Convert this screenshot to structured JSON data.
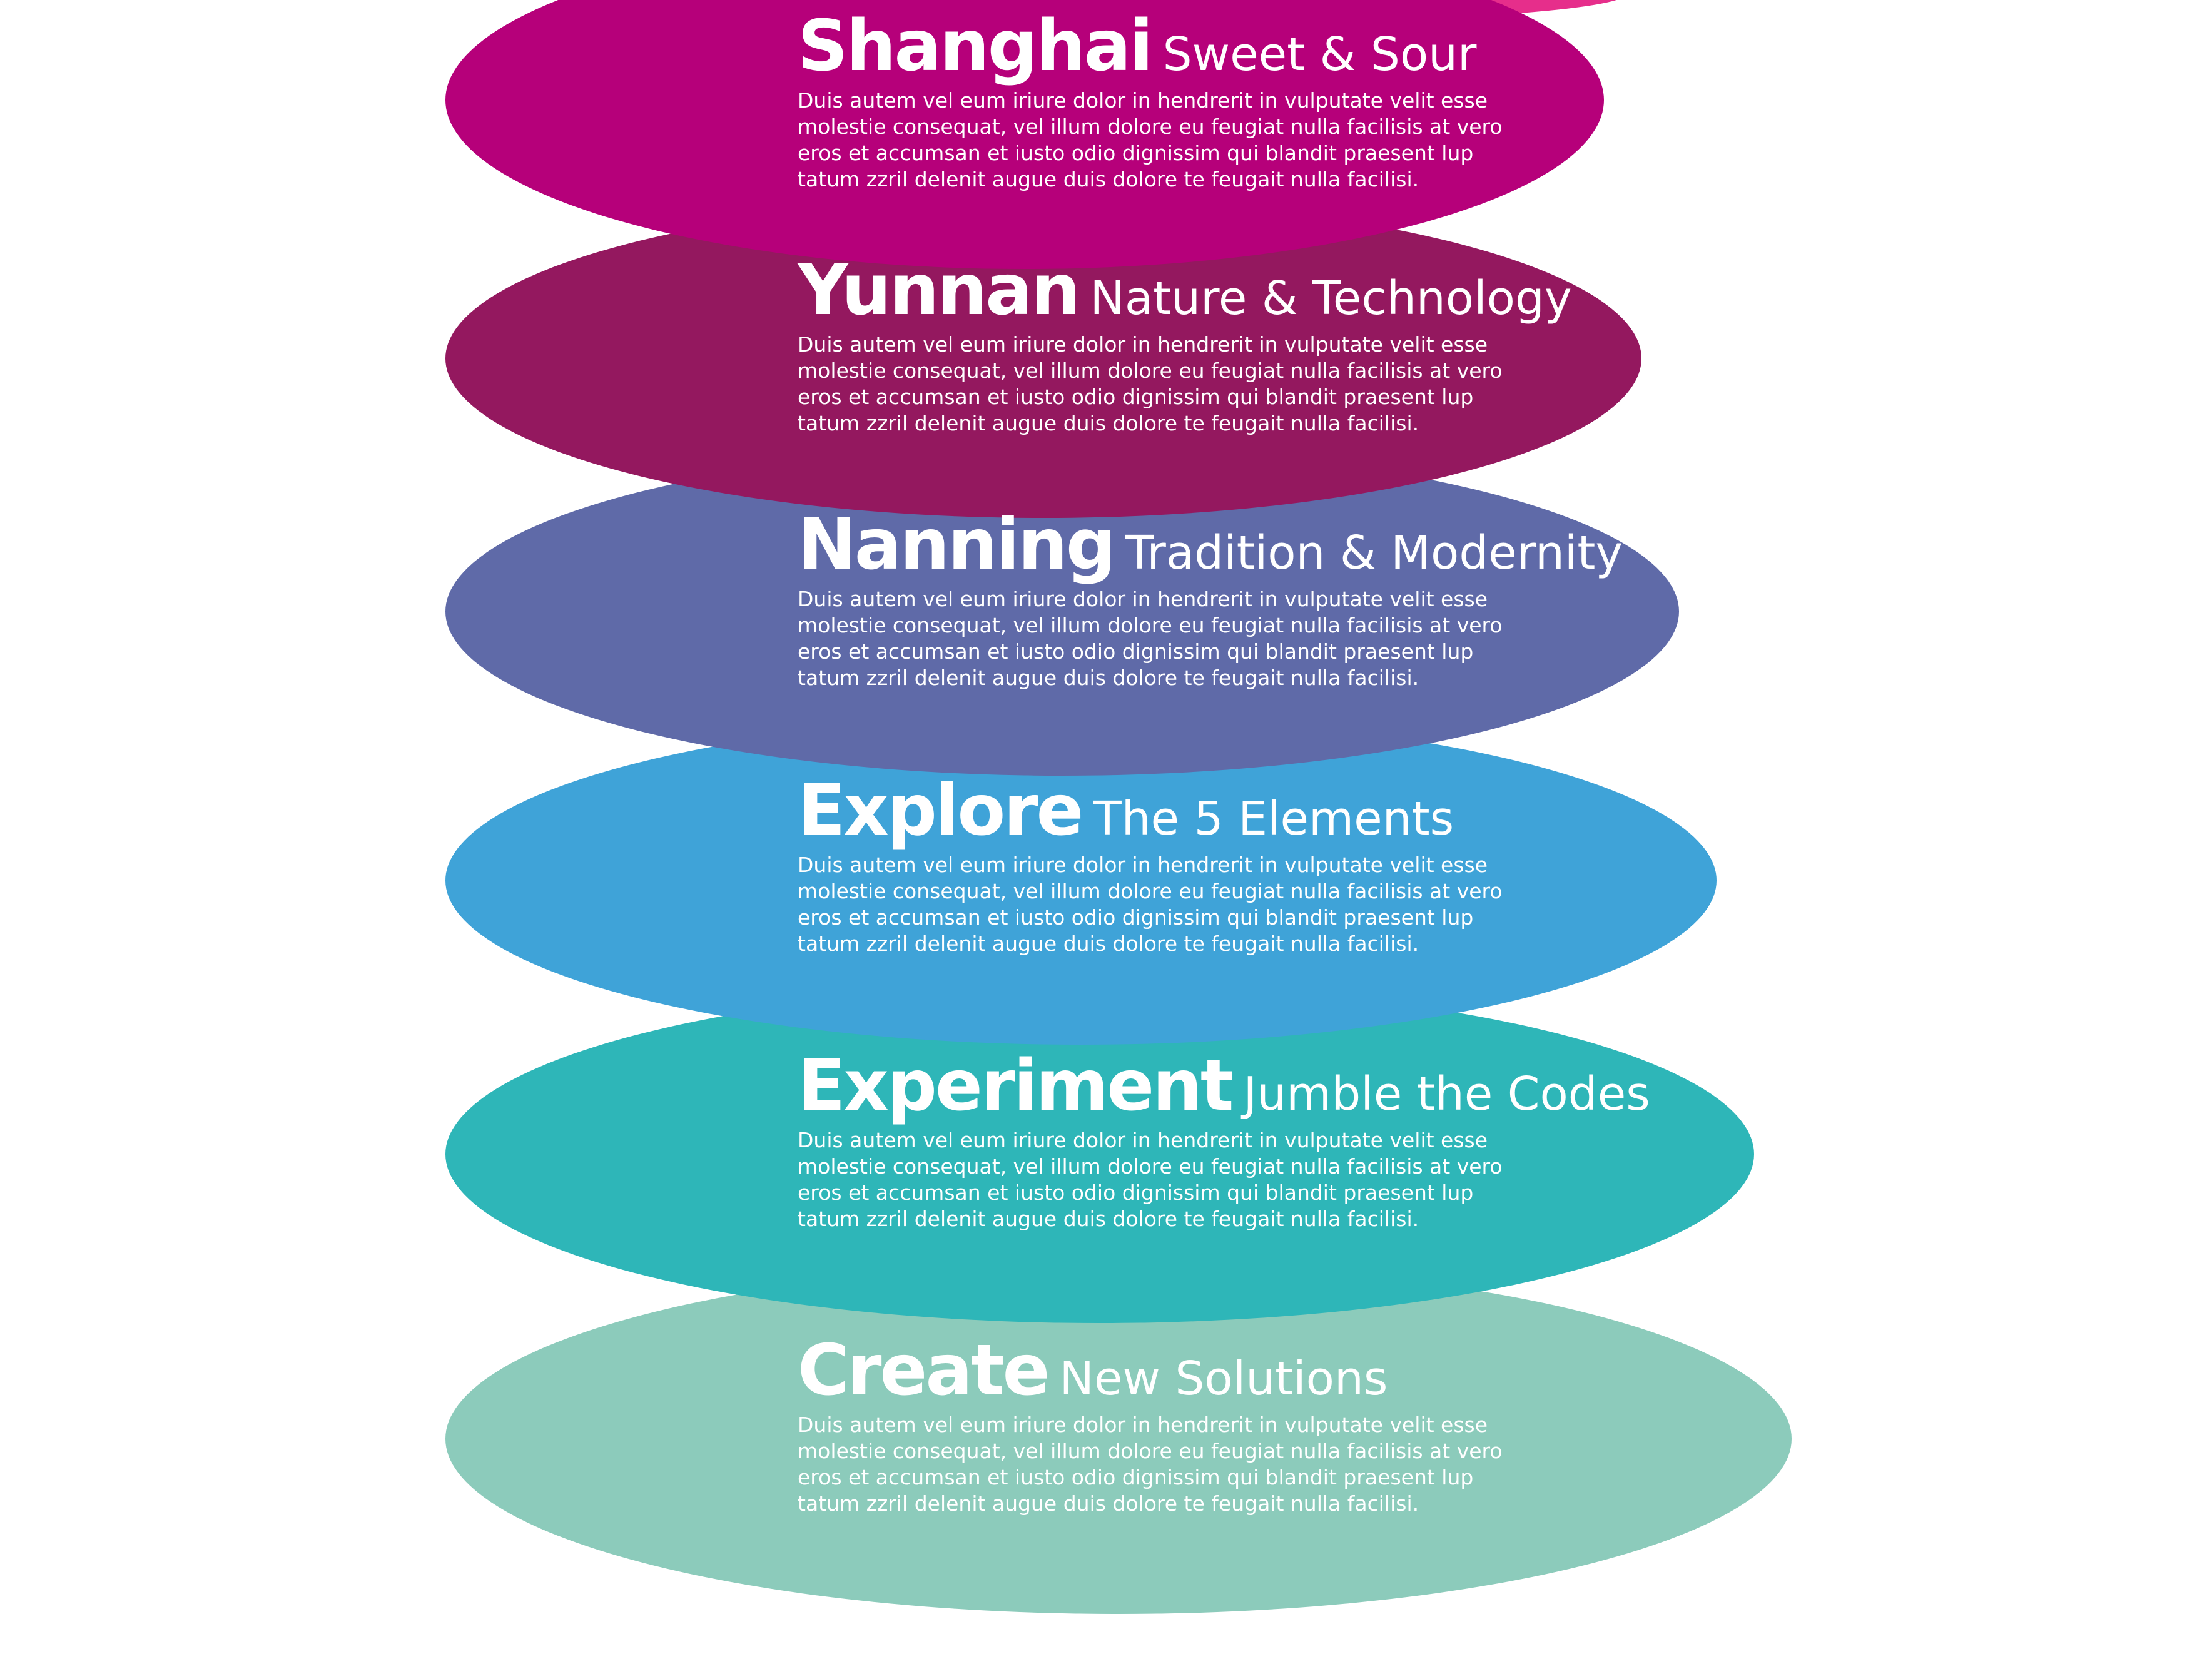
{
  "colors": {
    "top_sliver": "#e62e8b",
    "shanghai": "#b6007a",
    "yunnan": "#94185f",
    "nanning": "#5f6aa8",
    "explore": "#3fa3d8",
    "experiment": "#2eb6b8",
    "create": "#8ccbbb",
    "text": "#ffffff"
  },
  "layers": [
    {
      "title": "Shanghai",
      "subtitle": "Sweet & Sour",
      "body": [
        "Duis autem vel eum iriure dolor in hendrerit in vulputate velit esse",
        "molestie consequat, vel illum dolore eu feugiat nulla facilisis at vero",
        "eros et accumsan et iusto odio dignissim qui blandit praesent lup",
        "tatum zzril delenit augue duis dolore te feugait nulla facilisi."
      ]
    },
    {
      "title": "Yunnan",
      "subtitle": "Nature & Technology",
      "body": [
        "Duis autem vel eum iriure dolor in hendrerit in vulputate velit esse",
        "molestie consequat, vel illum dolore eu feugiat nulla facilisis at vero",
        "eros et accumsan et iusto odio dignissim qui blandit praesent lup",
        "tatum zzril delenit augue duis dolore te feugait nulla facilisi."
      ]
    },
    {
      "title": "Nanning",
      "subtitle": "Tradition & Modernity",
      "body": [
        "Duis autem vel eum iriure dolor in hendrerit in vulputate velit esse",
        "molestie consequat, vel illum dolore eu feugiat nulla facilisis at vero",
        "eros et accumsan et iusto odio dignissim qui blandit praesent lup",
        "tatum zzril delenit augue duis dolore te feugait nulla facilisi."
      ]
    },
    {
      "title": "Explore",
      "subtitle": "The 5 Elements",
      "body": [
        "Duis autem vel eum iriure dolor in hendrerit in vulputate velit esse",
        "molestie consequat, vel illum dolore eu feugiat nulla facilisis at vero",
        "eros et accumsan et iusto odio dignissim qui blandit praesent lup",
        "tatum zzril delenit augue duis dolore te feugait nulla facilisi."
      ]
    },
    {
      "title": "Experiment",
      "subtitle": "Jumble the Codes",
      "body": [
        "Duis autem vel eum iriure dolor in hendrerit in vulputate velit esse",
        "molestie consequat, vel illum dolore eu feugiat nulla facilisis at vero",
        "eros et accumsan et iusto odio dignissim qui blandit praesent lup",
        "tatum zzril delenit augue duis dolore te feugait nulla facilisi."
      ]
    },
    {
      "title": "Create",
      "subtitle": "New Solutions",
      "body": [
        "Duis autem vel eum iriure dolor in hendrerit in vulputate velit esse",
        "molestie consequat, vel illum dolore eu feugiat nulla facilisis at vero",
        "eros et accumsan et iusto odio dignissim qui blandit praesent lup",
        "tatum zzril delenit augue duis dolore te feugait nulla facilisi."
      ]
    }
  ]
}
